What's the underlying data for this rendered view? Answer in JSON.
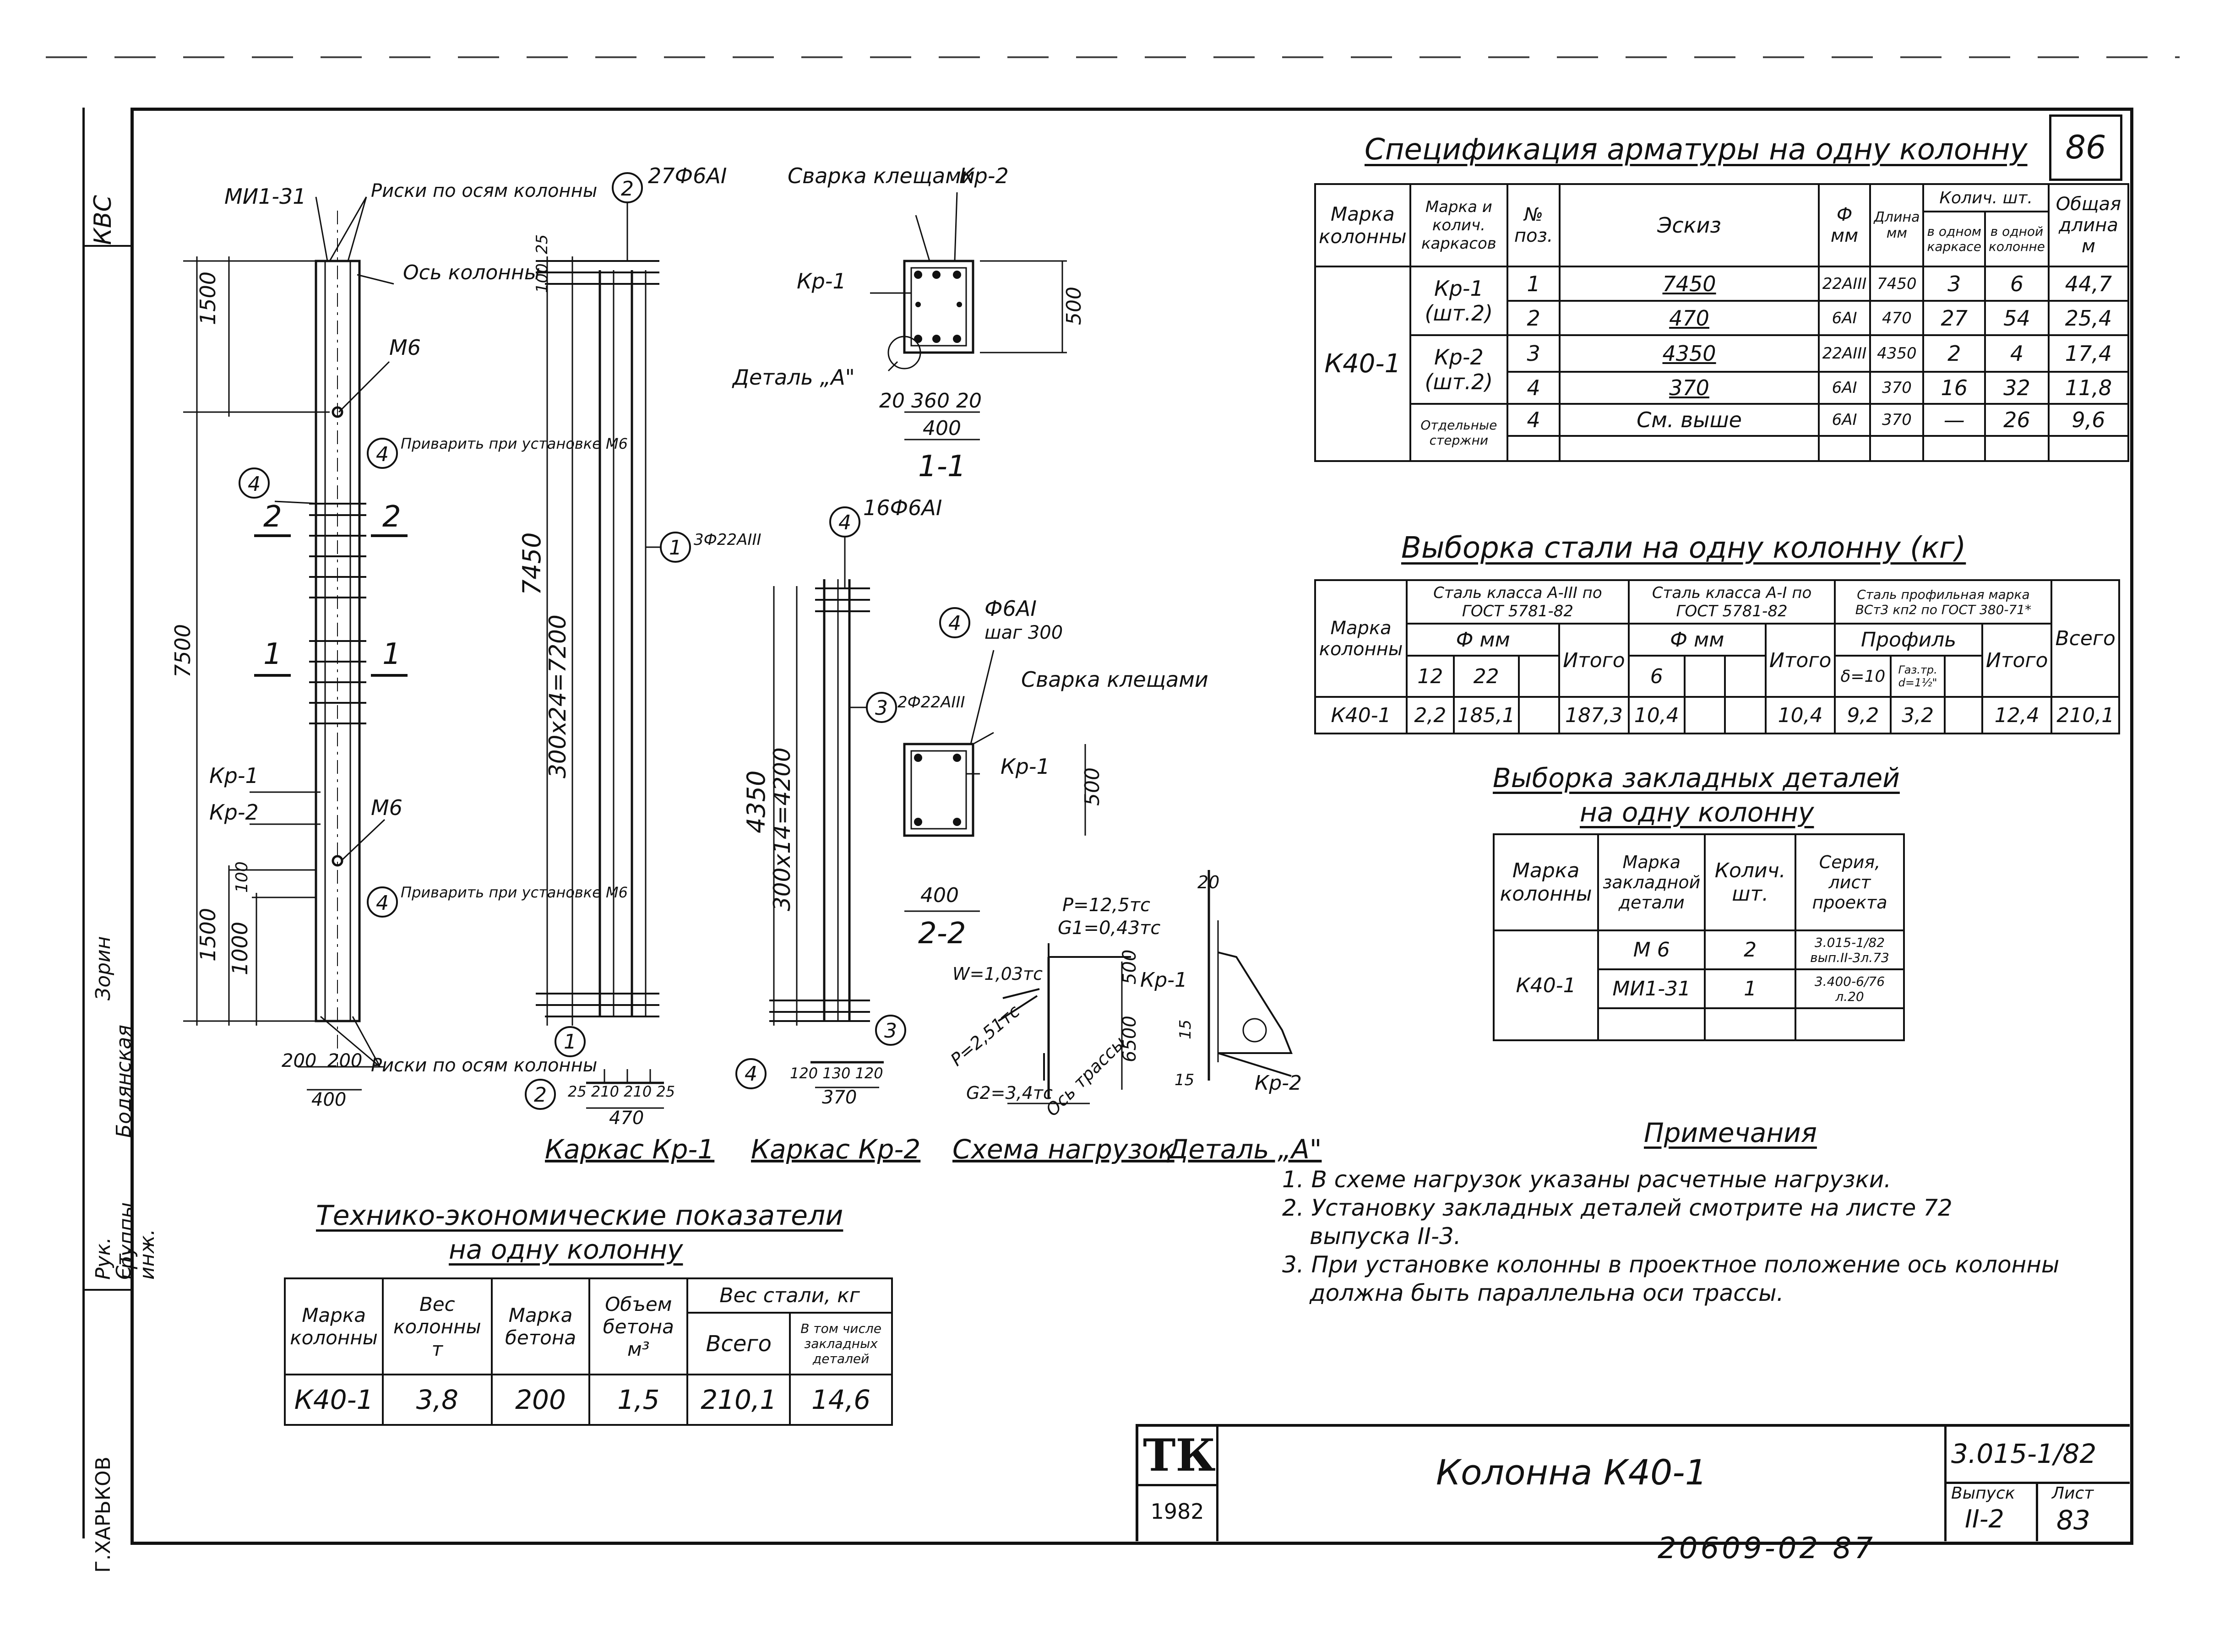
{
  "page_number": "86",
  "doc_code_bottom": "20609-02 87",
  "side_strip": {
    "kvs": "КВС",
    "group_head": "Рук. группы",
    "senior_eng": "Ст. инж.",
    "name1": "Зорин",
    "name2": "Бодянская",
    "city": "Г.ХАРЬКОВ"
  },
  "drawings": {
    "col_top_label": "МИ1-31",
    "axis_marks_top": "Риски по осям колонны",
    "axis_col": "Ось колонны",
    "m6_top": "М6",
    "weld_note_top": "Приварить при установке М6",
    "kp1": "Кр-1",
    "kp2": "Кр-2",
    "m6_bottom": "М6",
    "weld_note_bottom": "Приварить при установке М6",
    "axis_marks_bottom": "Риски по осям колонны",
    "dim_1500_top": "1500",
    "dim_7500": "7500",
    "dim_1500_bot": "1500",
    "dim_1000": "1000",
    "dim_100": "100",
    "dim_200a": "200",
    "dim_200b": "200",
    "dim_400": "400",
    "sec2_left": "2",
    "sec2_right": "2",
    "sec1_left": "1",
    "sec1_right": "1",
    "pos4": "4",
    "kp1_bar_label": "27Ф6АI",
    "kp1_len": "7450",
    "kp1_spacing": "300х24=7200",
    "dim_25": "25",
    "dim_100b": "100",
    "kp1_main_bar": "3Ф22АIII",
    "kp1_bot_dims": "25  210  210  25",
    "kp1_width": "470",
    "kp2_bar_label": "16Ф6АI",
    "kp2_len": "4350",
    "kp2_spacing": "300х14=4200",
    "kp2_main_bar": "2Ф22АIII",
    "kp2_bot_dims": "120  130  120",
    "kp2_width": "370",
    "sec11_weld": "Сварка клещами",
    "sec11_kp2": "Кр-2",
    "sec11_kp1": "Кр-1",
    "sec11_detail": "Деталь „А\"",
    "sec11_h": "500",
    "sec11_dims": "20  360  20",
    "sec11_w": "400",
    "sec11_title": "1-1",
    "sec22_bar": "Ф6АI",
    "sec22_step": "шаг 300",
    "sec22_weld": "Сварка клещами",
    "sec22_kp1": "Кр-1",
    "sec22_h": "500",
    "sec22_w": "400",
    "sec22_title": "2-2",
    "load_p": "Р=12,5тс",
    "load_g1": "G1=0,43тс",
    "load_w": "W=1,03тс",
    "load_p2": "Р=2,51тс",
    "load_g2": "G2=3,4тс",
    "load_axis": "Ось трассы",
    "load_500": "500",
    "load_6500": "6500",
    "det_20": "20",
    "det_15a": "15",
    "det_15b": "15",
    "det_kp1": "Кр-1",
    "det_kp2": "Кр-2",
    "cap_kp1": "Каркас Кр-1",
    "cap_kp2": "Каркас Кр-2",
    "cap_load": "Схема нагрузок",
    "cap_detail": "Деталь „А\""
  },
  "spec": {
    "title": "Спецификация арматуры на одну колонну",
    "h_mark": "Марка колонны",
    "h_frames": "Марка и колич. каркасов",
    "h_pos": "№ поз.",
    "h_sketch": "Эскиз",
    "h_phi": "Ф мм",
    "h_len": "Длина мм",
    "h_qty": "Колич. шт.",
    "h_qty_frame": "в одном каркасе",
    "h_qty_col": "в одной колонне",
    "h_total": "Общая длина м",
    "col_mark": "К40-1",
    "rows": [
      {
        "frame": "Кр-1 (шт.2)",
        "pos": "1",
        "sketch": "7450",
        "phi": "22АIII",
        "len": "7450",
        "n1": "3",
        "n2": "6",
        "total": "44,7"
      },
      {
        "frame": "",
        "pos": "2",
        "sketch": "470",
        "phi": "6АI",
        "len": "470",
        "n1": "27",
        "n2": "54",
        "total": "25,4"
      },
      {
        "frame": "Кр-2 (шт.2)",
        "pos": "3",
        "sketch": "4350",
        "phi": "22АIII",
        "len": "4350",
        "n1": "2",
        "n2": "4",
        "total": "17,4"
      },
      {
        "frame": "",
        "pos": "4",
        "sketch": "370",
        "phi": "6АI",
        "len": "370",
        "n1": "16",
        "n2": "32",
        "total": "11,8"
      },
      {
        "frame": "Отдельные стержни",
        "pos": "4",
        "sketch": "См. выше",
        "phi": "6АI",
        "len": "370",
        "n1": "—",
        "n2": "26",
        "total": "9,6"
      }
    ]
  },
  "steel": {
    "title": "Выборка стали на одну колонну (кг)",
    "h_mark": "Марка колонны",
    "h_a3": "Сталь класса А-III по ГОСТ 5781-82",
    "h_a1": "Сталь класса А-I по ГОСТ 5781-82",
    "h_prof": "Сталь профильная марка ВСт3 кп2 по ГОСТ 380-71*",
    "h_phi": "Ф мм",
    "h_profile": "Профиль",
    "h_12": "12",
    "h_22": "22",
    "h_total": "Итого",
    "h_6": "6",
    "h_d10": "δ=10",
    "h_pipe": "Газ.тр. d=1½\"",
    "h_all": "Всего",
    "row": {
      "mark": "К40-1",
      "v12": "2,2",
      "v22": "185,1",
      "t1": "187,3",
      "v6": "10,4",
      "t2": "10,4",
      "d10": "9,2",
      "pipe": "3,2",
      "t3": "12,4",
      "all": "210,1"
    }
  },
  "embedded": {
    "title1": "Выборка закладных деталей",
    "title2": "на одну колонну",
    "h_mark": "Марка колонны",
    "h_part": "Марка закладной детали",
    "h_qty": "Колич. шт.",
    "h_series": "Серия, лист проекта",
    "col_mark": "К40-1",
    "rows": [
      {
        "part": "М 6",
        "qty": "2",
        "series": "3.015-1/82 вып.II-3л.73"
      },
      {
        "part": "МИ1-31",
        "qty": "1",
        "series": "3.400-6/76 л.20"
      }
    ]
  },
  "notes": {
    "title": "Примечания",
    "items": [
      "1. В схеме нагрузок указаны расчетные нагрузки.",
      "2. Установку закладных деталей смотрите на листе 72",
      "выпуска II-3.",
      "3. При установке колонны в проектное положение ось колонны",
      "должна быть параллельна оси трассы."
    ]
  },
  "tep": {
    "title1": "Технико-экономические показатели",
    "title2": "на одну колонну",
    "h_mark": "Марка колонны",
    "h_weight": "Вес колонны т",
    "h_concrete": "Марка бетона",
    "h_volume": "Объем бетона м³",
    "h_steel": "Вес стали, кг",
    "h_all": "Всего",
    "h_incl": "В том числе закладных деталей",
    "row": {
      "mark": "К40-1",
      "weight": "3,8",
      "concrete": "200",
      "volume": "1,5",
      "all": "210,1",
      "incl": "14,6"
    }
  },
  "stamp": {
    "logo": "ТК",
    "year": "1982",
    "title": "Колонна К40-1",
    "series": "3.015-1/82",
    "issue_label": "Выпуск",
    "issue": "II-2",
    "sheet_label": "Лист",
    "sheet": "83"
  }
}
